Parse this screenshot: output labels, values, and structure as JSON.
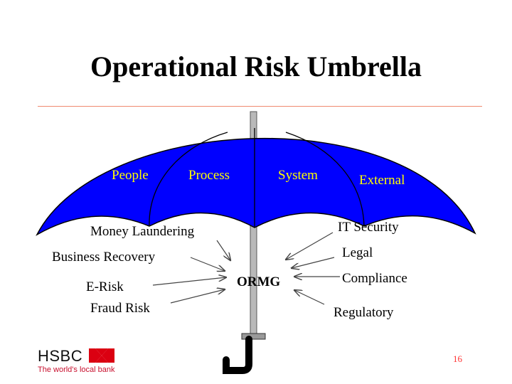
{
  "slide": {
    "title": "Operational Risk Umbrella",
    "page_number": "16"
  },
  "umbrella": {
    "canopy_color": "#0000ff",
    "categories": [
      "People",
      "Process",
      "System",
      "External"
    ],
    "center_label": "ORMG"
  },
  "risks_left": [
    "Money Laundering",
    "Business Recovery",
    "E-Risk",
    "Fraud Risk"
  ],
  "risks_right": [
    "IT Security",
    "Legal",
    "Compliance",
    "Regulatory"
  ],
  "branding": {
    "logo_text": "HSBC",
    "tagline": "The world's local bank",
    "logo_color": "#db0011"
  }
}
